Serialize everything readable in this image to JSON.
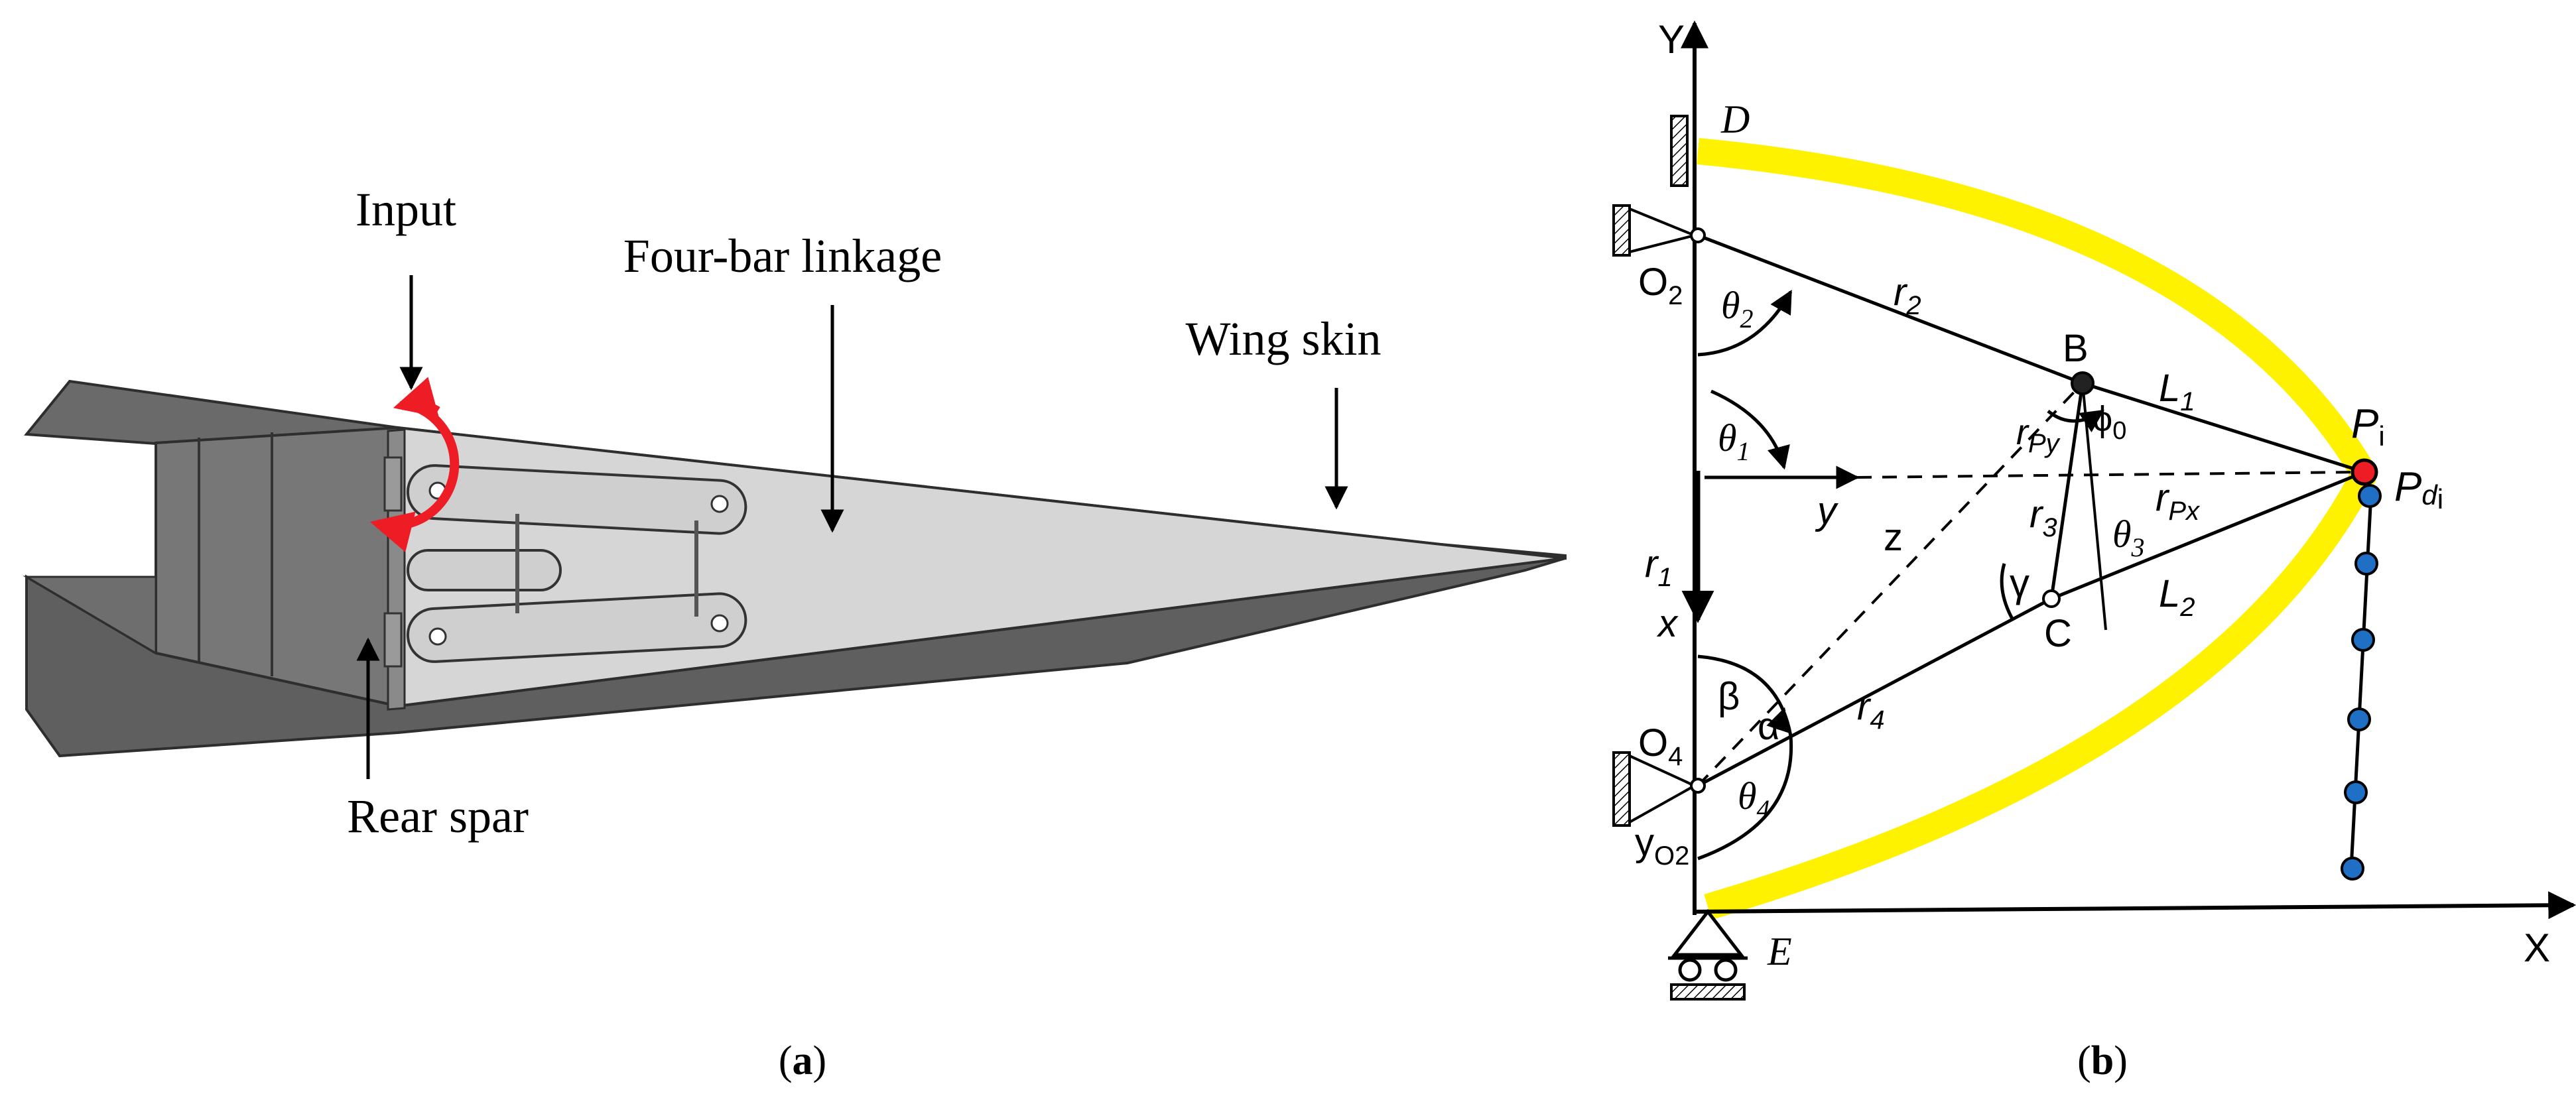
{
  "panel_a": {
    "caption": "(a)",
    "caption_letter": "a",
    "labels": {
      "input": "Input",
      "four_bar": "Four-bar linkage",
      "wing_skin": "Wing skin",
      "rear_spar": "Rear spar"
    },
    "colors": {
      "skin_dark": "#5f5f5f",
      "skin_light": "#d4d4d4",
      "links": "#c8c8c8",
      "rotation_arrow": "#ee1c24"
    }
  },
  "panel_b": {
    "caption": "(b)",
    "caption_letter": "b",
    "axes": {
      "Y": "Y",
      "X": "X",
      "x": "x",
      "y": "y",
      "z": "z"
    },
    "points": {
      "D": "D",
      "E": "E",
      "O2": "O",
      "O2_sub": "2",
      "O4": "O",
      "O4_sub": "4",
      "B": "B",
      "C": "C",
      "Pi": "P",
      "Pi_sub": "i",
      "Pdi": "P",
      "Pdi_sub": "d",
      "Pdi_sub2": "i"
    },
    "links": {
      "r1": "r",
      "r1_sub": "1",
      "r2": "r",
      "r2_sub": "2",
      "r3": "r",
      "r3_sub": "3",
      "r4": "r",
      "r4_sub": "4",
      "L1": "L",
      "L1_sub": "1",
      "L2": "L",
      "L2_sub": "2",
      "rPx": "r",
      "rPx_sub": "Px",
      "rPy": "r",
      "rPy_sub": "Py",
      "yO2": "y",
      "yO2_sub": "O2"
    },
    "angles": {
      "theta": "θ",
      "theta1_sub": "1",
      "theta2_sub": "2",
      "theta3_sub": "3",
      "theta4_sub": "4",
      "phi0": "ϕ",
      "phi0_sub": "0",
      "alpha": "α",
      "beta": "β",
      "gamma": "γ"
    },
    "colors": {
      "skin": "#fff200",
      "point_red": "#ee1c24",
      "node_blue": "#1f6fc5"
    }
  }
}
